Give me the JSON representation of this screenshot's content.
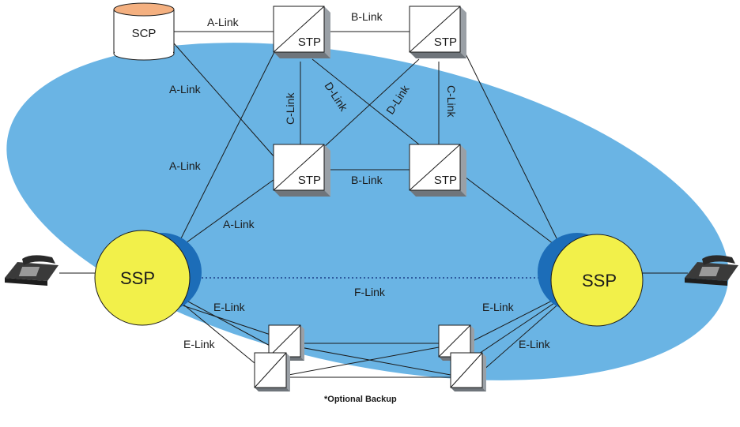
{
  "nodes": {
    "scp": "SCP",
    "stp_top_left": "STP",
    "stp_top_right": "STP",
    "stp_mid_left": "STP",
    "stp_mid_right": "STP",
    "ssp_left": "SSP",
    "ssp_right": "SSP"
  },
  "links": {
    "a_link_scp_stp": "A-Link",
    "a_link_scp_diag": "A-Link",
    "a_link_ssp_stp": "A-Link",
    "a_link_ssp_stp2": "A-Link",
    "b_link_top": "B-Link",
    "b_link_mid": "B-Link",
    "c_link_left": "C-Link",
    "c_link_right": "C-Link",
    "d_link_left": "D-Link",
    "d_link_right": "D-Link",
    "f_link": "F-Link",
    "e_link_left_1": "E-Link",
    "e_link_left_2": "E-Link",
    "e_link_right_1": "E-Link",
    "e_link_right_2": "E-Link"
  },
  "note": "*Optional Backup",
  "colors": {
    "network_area": "#6ab4e4",
    "ssp_fill": "#f2f04a",
    "ssp_ring": "#1c6db8",
    "scp_top": "#f4b080",
    "stp_face": "#ffffff",
    "stp_side": "#9aa0a6",
    "line": "#1a1a1a"
  },
  "icons": [
    "telephone-icon-left",
    "telephone-icon-right"
  ]
}
